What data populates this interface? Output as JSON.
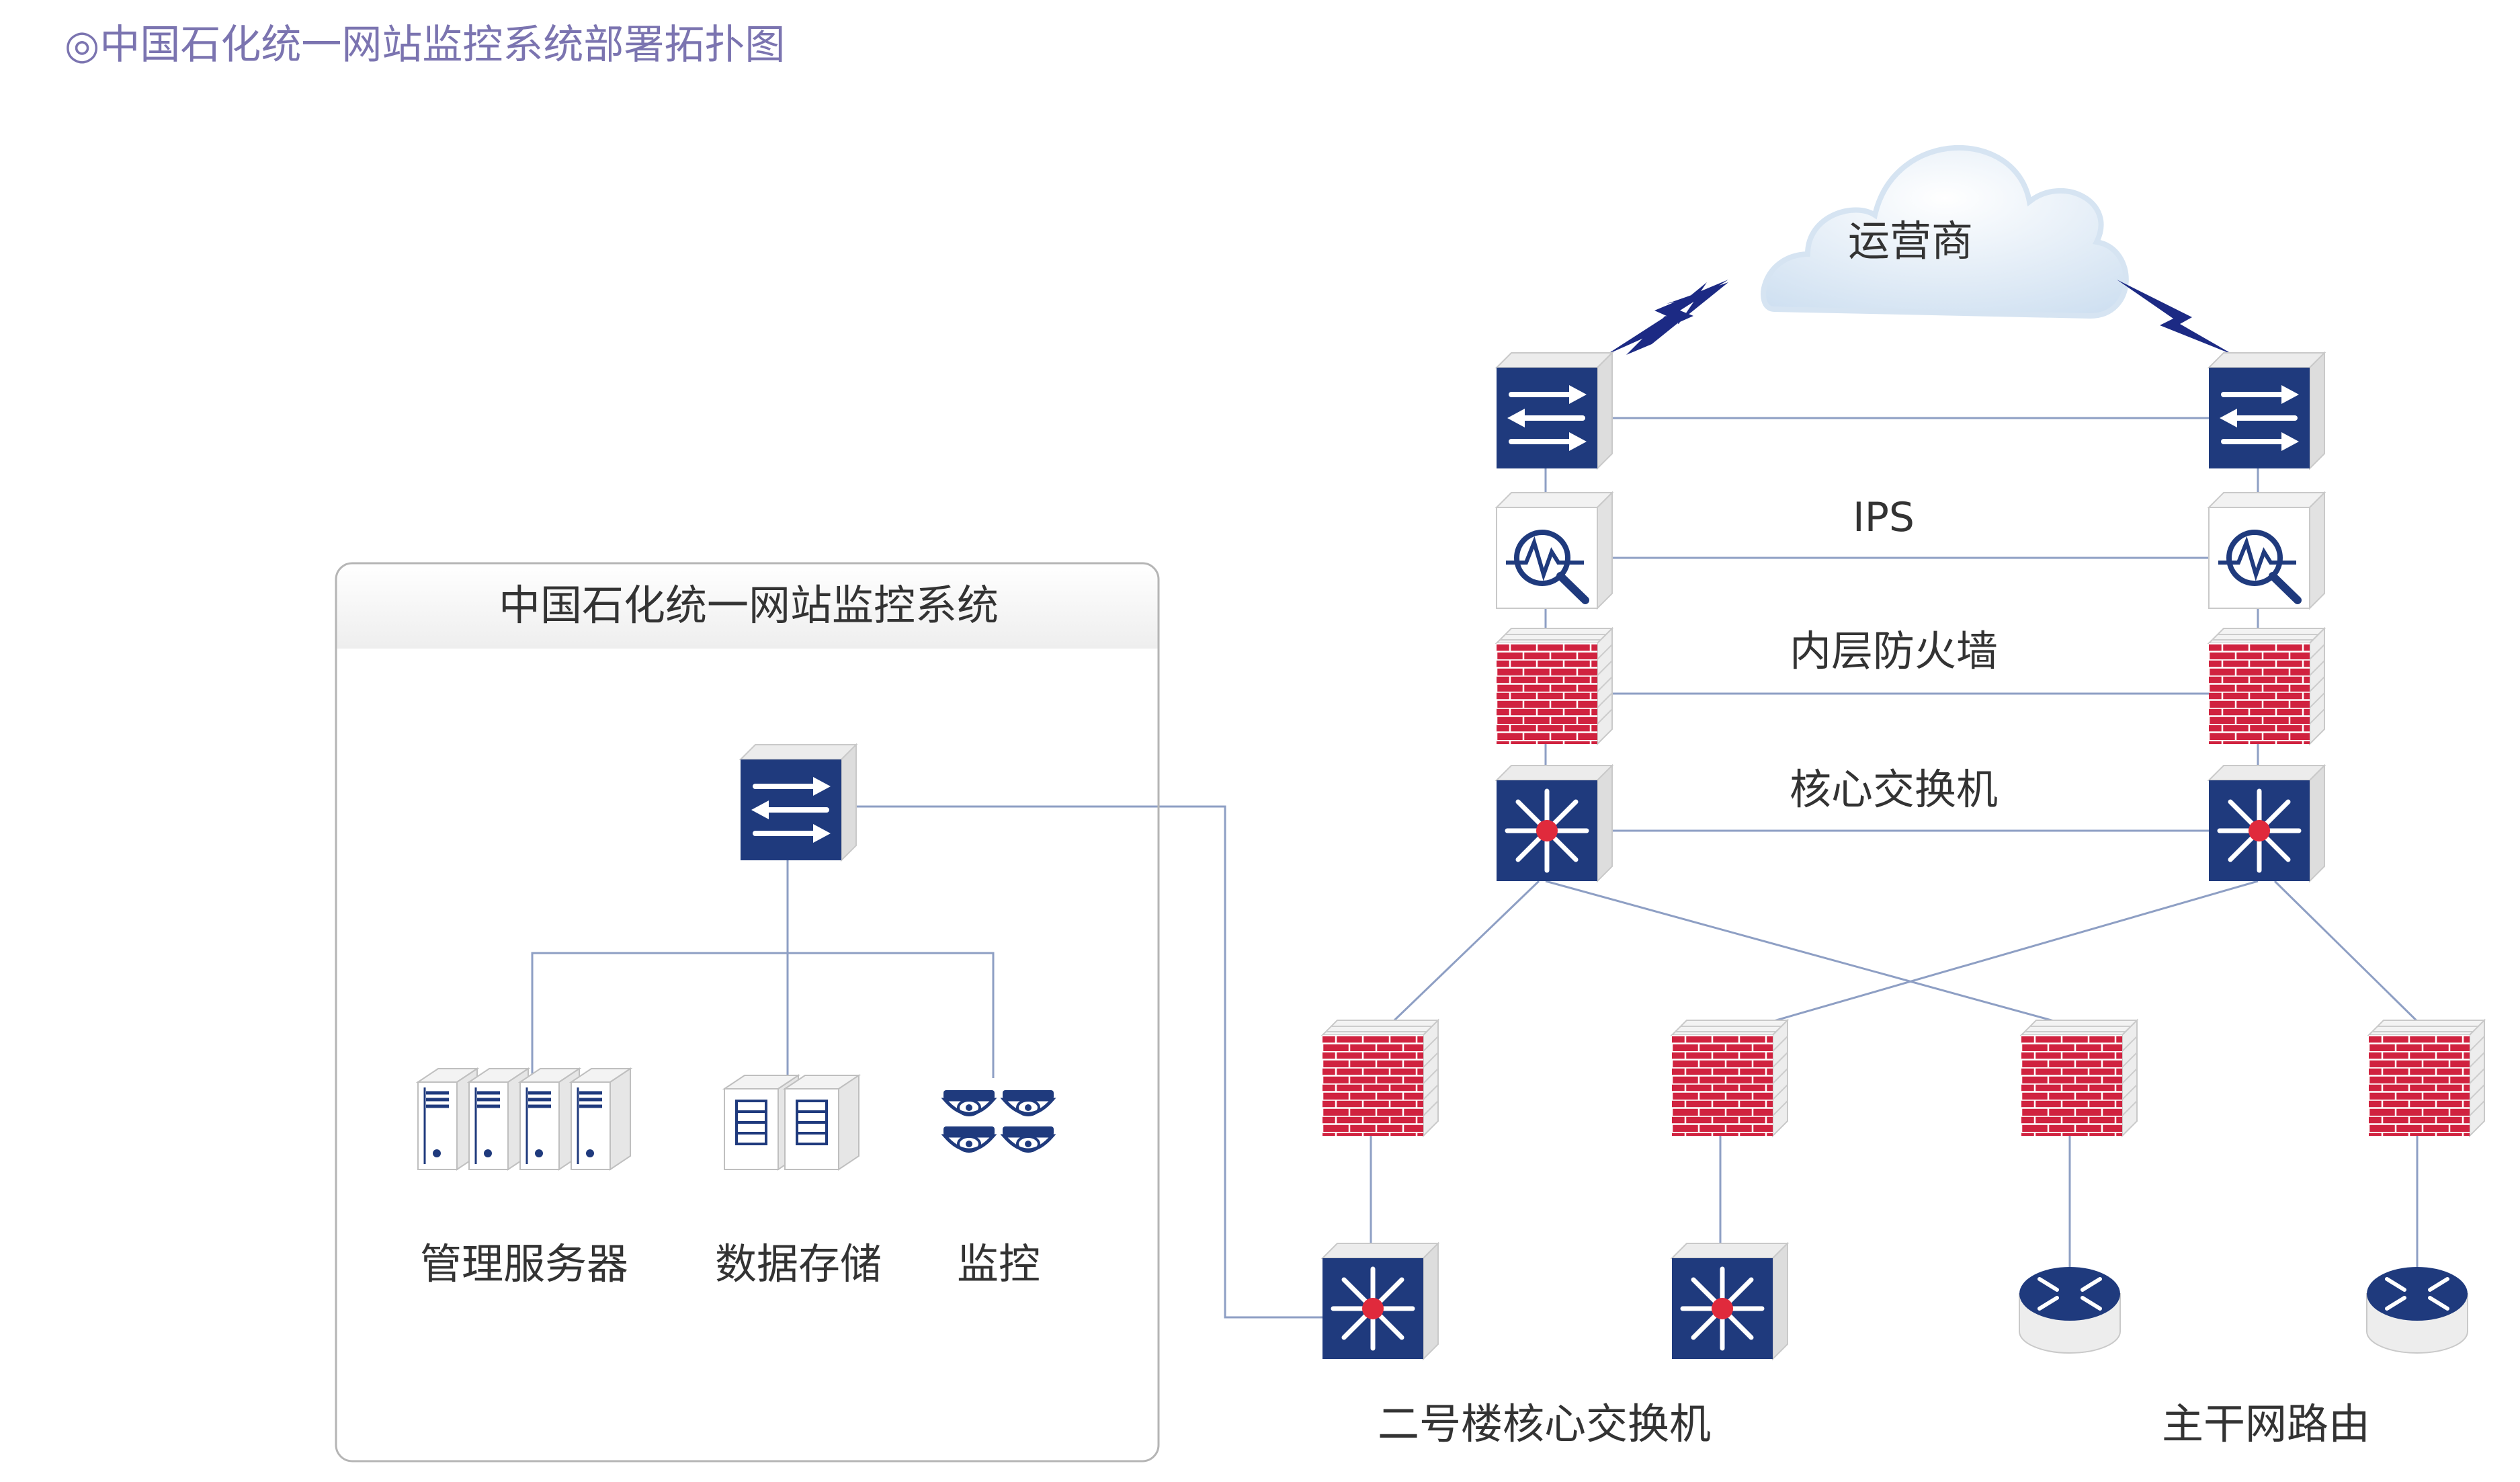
{
  "title": "◎中国石化统一网站监控系统部署拓扑图",
  "colors": {
    "title": "#7b74b0",
    "device_blue": "#1f3a7d",
    "firewall_red": "#d0223f",
    "line": "#8e9fc4",
    "lightning": "#1c2a84",
    "cloud": "#dce9f5"
  },
  "cloud": {
    "label": "运营商"
  },
  "system_box": {
    "title": "中国石化统一网站监控系统",
    "groups": [
      {
        "label": "管理服务器",
        "icon": "server-icon"
      },
      {
        "label": "数据存储",
        "icon": "storage-icon"
      },
      {
        "label": "监控",
        "icon": "camera-icon"
      }
    ]
  },
  "tier_labels": {
    "ips": "IPS",
    "inner_firewall": "内层防火墙",
    "core_switch": "核心交换机"
  },
  "bottom_labels": {
    "building2_core": "二号楼核心交换机",
    "backbone_router": "主干网路由"
  }
}
